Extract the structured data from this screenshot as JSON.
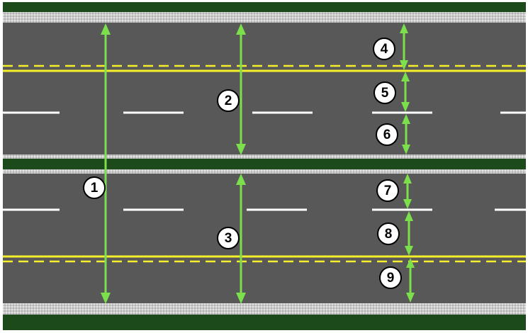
{
  "colors": {
    "grass": "#1d4a1b",
    "asphalt": "#585858",
    "curb": "#c7c7c7",
    "white_line": "#ffffff",
    "yellow_line": "#f5ee2b",
    "arrow": "#7be04c",
    "label_fill": "#ffffff",
    "label_stroke": "#000000"
  },
  "labels": {
    "l1": "1",
    "l2": "2",
    "l3": "3",
    "l4": "4",
    "l5": "5",
    "l6": "6",
    "l7": "7",
    "l8": "8",
    "l9": "9"
  }
}
